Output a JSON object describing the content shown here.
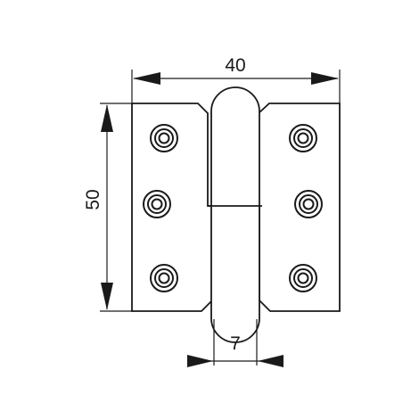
{
  "drawing": {
    "subject": "lift-off hinge",
    "dimensions": {
      "width": "40",
      "height": "50",
      "knuckle": "7"
    },
    "screw_holes_per_leaf": 3
  }
}
